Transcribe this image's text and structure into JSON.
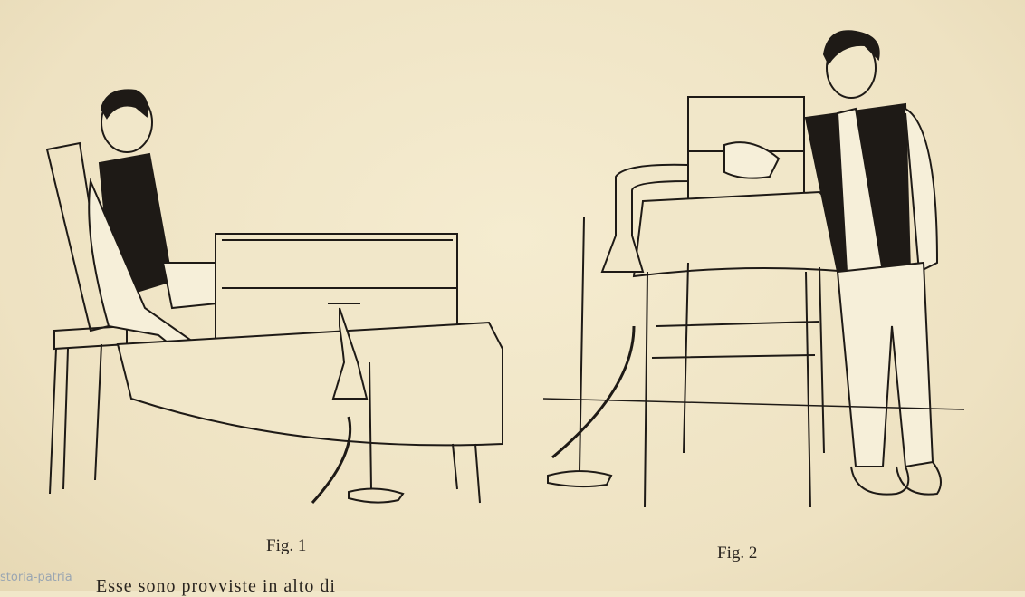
{
  "figures": [
    {
      "caption": "Fig. 1"
    },
    {
      "caption": "Fig. 2"
    }
  ],
  "body_text": "Esse sono provviste in alto di",
  "watermark": "storia-patria",
  "colors": {
    "paper": "#f1e7c9",
    "ink": "#1e1a16"
  }
}
